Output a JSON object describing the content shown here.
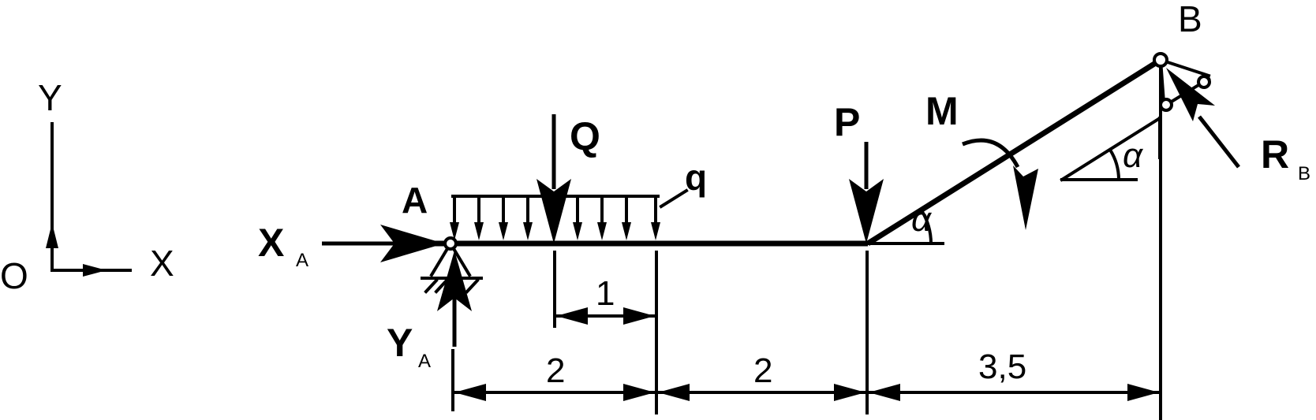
{
  "labels": {
    "axis_y": "Y",
    "axis_x": "X",
    "origin": "O",
    "point_a": "A",
    "point_b": "B",
    "force_q": "Q",
    "load_q": "q",
    "force_p": "P",
    "moment": "M",
    "reaction_x": "X",
    "reaction_x_sub": "A",
    "reaction_y": "Y",
    "reaction_y_sub": "A",
    "reaction_r": "R",
    "reaction_r_sub": "B",
    "angle_1": "α",
    "angle_2": "α"
  },
  "dimensions": {
    "d_q_offset": "1",
    "d_span_1": "2",
    "d_span_2": "2",
    "d_span_3": "3,5"
  },
  "colors": {
    "ink": "#000000",
    "background": "#ffffff"
  }
}
